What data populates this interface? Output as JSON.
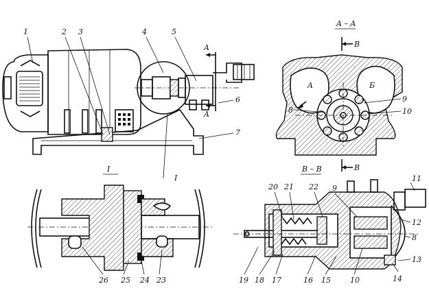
{
  "views": {
    "aa_title": "A – A",
    "bb_title": "B – B",
    "detail_title": "I",
    "detail_mark": "I"
  },
  "section_marks": {
    "a_top": "A",
    "a_bottom": "A",
    "b_top": "B",
    "b_bottom": "B",
    "chamber_left": "A",
    "chamber_right": "Б"
  },
  "callouts": {
    "c1": "1",
    "c2": "2",
    "c3": "3",
    "c4": "4",
    "c5": "5",
    "c6": "6",
    "c7": "7",
    "c8a": "8",
    "c9a": "9",
    "c10a": "10",
    "c11": "11",
    "c12": "12",
    "c8b": "8",
    "c13": "13",
    "c14": "14",
    "c20": "20",
    "c21": "21",
    "c22": "22",
    "c9b": "9",
    "c19": "19",
    "c18": "18",
    "c17": "17",
    "c16": "16",
    "c15": "15",
    "c10b": "10",
    "c26": "26",
    "c25": "25",
    "c24": "24",
    "c23": "23"
  },
  "colors": {
    "ink": "#111111",
    "paper": "#ffffff"
  }
}
